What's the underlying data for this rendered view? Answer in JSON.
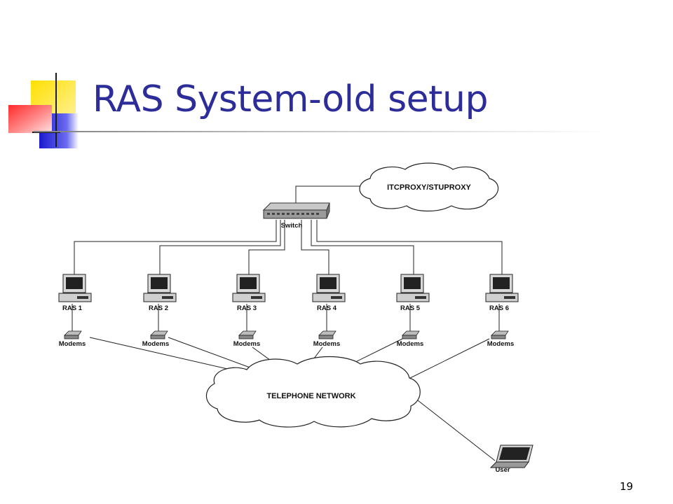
{
  "slide": {
    "title": "RAS System-old setup",
    "page_number": "19"
  },
  "diagram": {
    "proxy_label": "ITCPROXY/STUPROXY",
    "switch_label": "Switch",
    "network_label": "TELEPHONE NETWORK",
    "user_label": "User",
    "servers": [
      {
        "label": "RAS 1",
        "modem_label": "Modems"
      },
      {
        "label": "RAS 2",
        "modem_label": "Modems"
      },
      {
        "label": "RAS 3",
        "modem_label": "Modems"
      },
      {
        "label": "RAS 4",
        "modem_label": "Modems"
      },
      {
        "label": "RAS 5",
        "modem_label": "Modems"
      },
      {
        "label": "RAS 6",
        "modem_label": "Modems"
      }
    ]
  }
}
